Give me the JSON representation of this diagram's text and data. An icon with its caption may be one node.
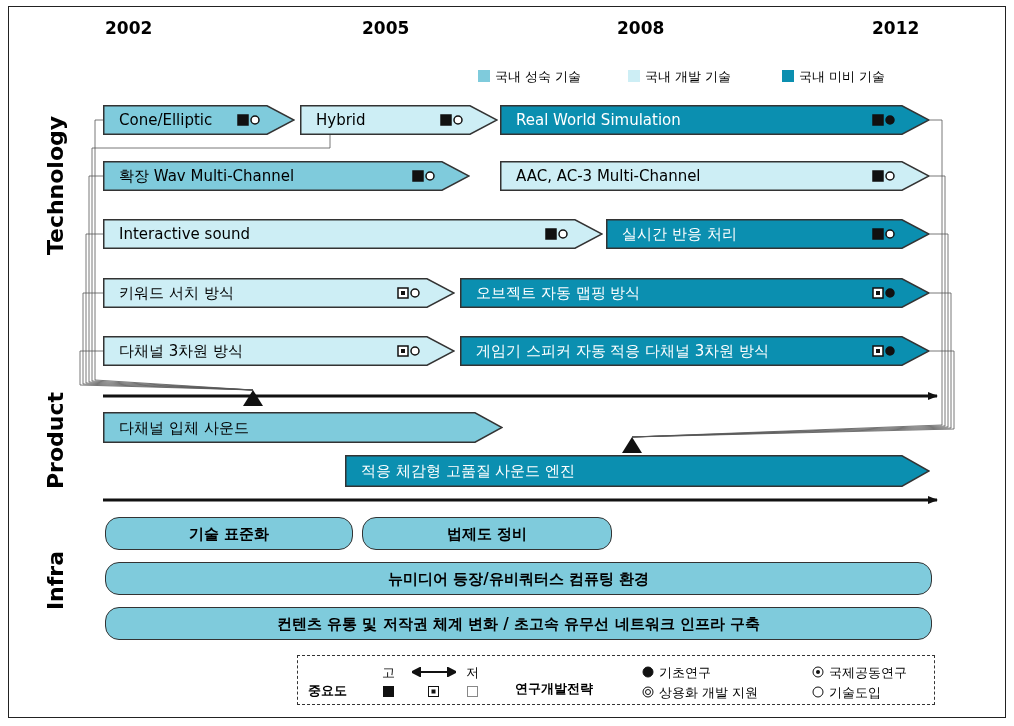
{
  "diagram": {
    "nodes": [
      {
        "text": [
          "Cone/Elliptic"
        ]
      },
      {
        "text": [
          "Hybrid"
        ]
      },
      {
        "text": [
          "Real World Simulation"
        ]
      },
      {
        "text": [
          "확장 Wav Multi-Channel"
        ]
      },
      {
        "text": [
          "AAC, AC-3 Multi-Channel"
        ]
      },
      {
        "text": [
          "Interactive sound"
        ]
      },
      {
        "text": [
          "실시간 반응 처리"
        ]
      },
      {
        "text": [
          "키워드 서치 방식"
        ]
      },
      {
        "text": [
          "오브젝트 자동 맵핑 방식"
        ]
      },
      {
        "text": [
          "다채널 3차원 방식"
        ]
      },
      {
        "text": [
          "게임기 스피커 자동 적응 다채널 3차원 방식"
        ]
      },
      {
        "text": [],
        "shape": "triangle"
      },
      {
        "text": [
          "다채널 입체 사운드"
        ]
      },
      {
        "text": [],
        "shape": "triangle"
      },
      {
        "text": [
          "적응 체감형 고품질 사운드 엔진"
        ]
      },
      {
        "text": [
          "기술 표준화"
        ]
      },
      {
        "text": [
          "법제도 정비"
        ]
      },
      {
        "text": [
          "뉴미디어 등장/유비쿼터스 컴퓨팅 환경"
        ]
      },
      {
        "text": [
          "컨텐츠 유통 및 저작권 체계 변화 / 초고속 유무선 네트워크 인프라 구축"
        ]
      }
    ],
    "edges": [
      {
        "from": 0,
        "to": 11,
        "arrow": "none"
      },
      {
        "from": 1,
        "to": 11,
        "arrow": "none"
      },
      {
        "from": 3,
        "to": 11,
        "arrow": "none"
      },
      {
        "from": 5,
        "to": 11,
        "arrow": "none"
      },
      {
        "from": 7,
        "to": 11,
        "arrow": "none"
      },
      {
        "from": 9,
        "to": 11,
        "arrow": "none"
      },
      {
        "from": 2,
        "to": 13,
        "arrow": "none"
      },
      {
        "from": 4,
        "to": 13,
        "arrow": "none"
      },
      {
        "from": 6,
        "to": 13,
        "arrow": "none"
      },
      {
        "from": 8,
        "to": 13,
        "arrow": "none"
      },
      {
        "from": 10,
        "to": 13,
        "arrow": "none"
      }
    ],
    "labels": [
      "2002",
      "2005",
      "2008",
      "2012",
      "Technology",
      "Product",
      "Infra",
      "중요도",
      "고",
      "저",
      "연구개발전략"
    ],
    "legend": [
      {
        "text": "국내 성숙 기술",
        "color": "#7fcbdc"
      },
      {
        "text": "국내 개발 기술",
        "color": "#cdeef5"
      },
      {
        "text": "국내 미비 기술",
        "color": "#0b8fb0"
      },
      {
        "text": "기초연구"
      },
      {
        "text": "국제공동연구"
      },
      {
        "text": "상용화 개발 지원"
      },
      {
        "text": "기술도입"
      }
    ]
  }
}
